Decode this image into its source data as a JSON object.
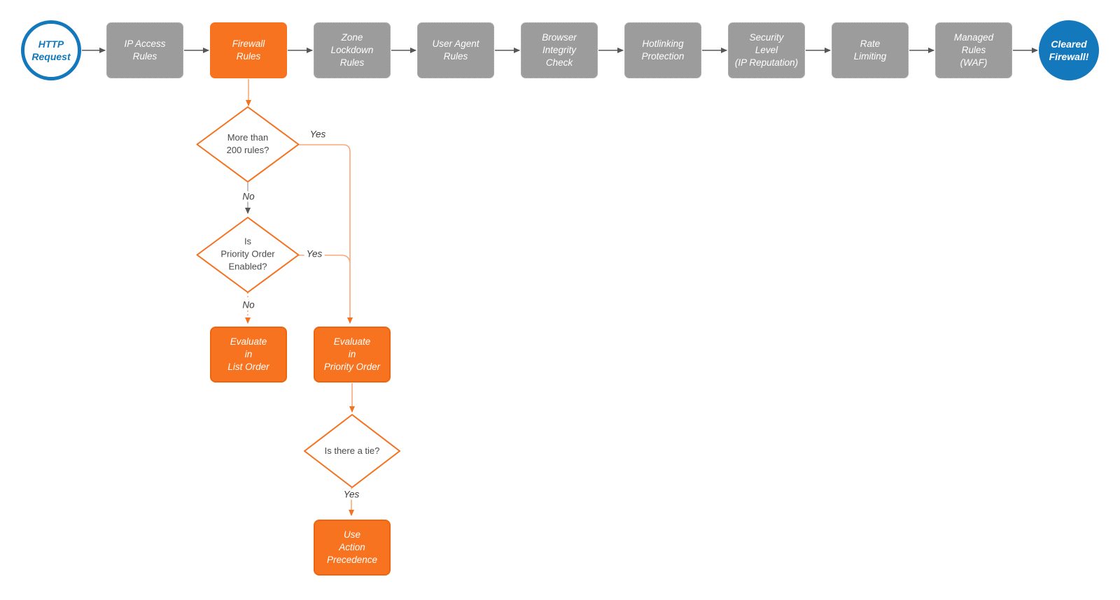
{
  "flowchart": {
    "start_node": {
      "label": "HTTP\nRequest"
    },
    "end_node": {
      "label": "Cleared\nFirewall!"
    },
    "stages": [
      {
        "label": "IP Access\nRules",
        "highlight": false
      },
      {
        "label": "Firewall\nRules",
        "highlight": true
      },
      {
        "label": "Zone\nLockdown\nRules",
        "highlight": false
      },
      {
        "label": "User Agent\nRules",
        "highlight": false
      },
      {
        "label": "Browser\nIntegrity\nCheck",
        "highlight": false
      },
      {
        "label": "Hotlinking\nProtection",
        "highlight": false
      },
      {
        "label": "Security\nLevel\n(IP Reputation)",
        "highlight": false
      },
      {
        "label": "Rate\nLimiting",
        "highlight": false
      },
      {
        "label": "Managed\nRules\n(WAF)",
        "highlight": false
      }
    ],
    "decisions": [
      {
        "label": "More than\n200 rules?"
      },
      {
        "label": "Is\nPriority Order\nEnabled?"
      },
      {
        "label": "Is there a tie?"
      }
    ],
    "actions": [
      {
        "label": "Evaluate\nin\nList Order"
      },
      {
        "label": "Evaluate\nin\nPriority Order"
      },
      {
        "label": "Use\nAction\nPrecedence"
      }
    ],
    "edge_labels": {
      "d1_yes": "Yes",
      "d1_no": "No",
      "d2_yes": "Yes",
      "d2_no": "No",
      "d3_yes": "Yes"
    },
    "colors": {
      "orange_node": "#f7731f",
      "orange_stroke": "#f4711f",
      "orange_line": "#f9a87c",
      "gray_node": "#9c9c9c",
      "gray_line": "#58595b",
      "gray_line_light": "#ababab",
      "blue": "#1478bc",
      "text_dark": "#4a4a4a"
    }
  }
}
